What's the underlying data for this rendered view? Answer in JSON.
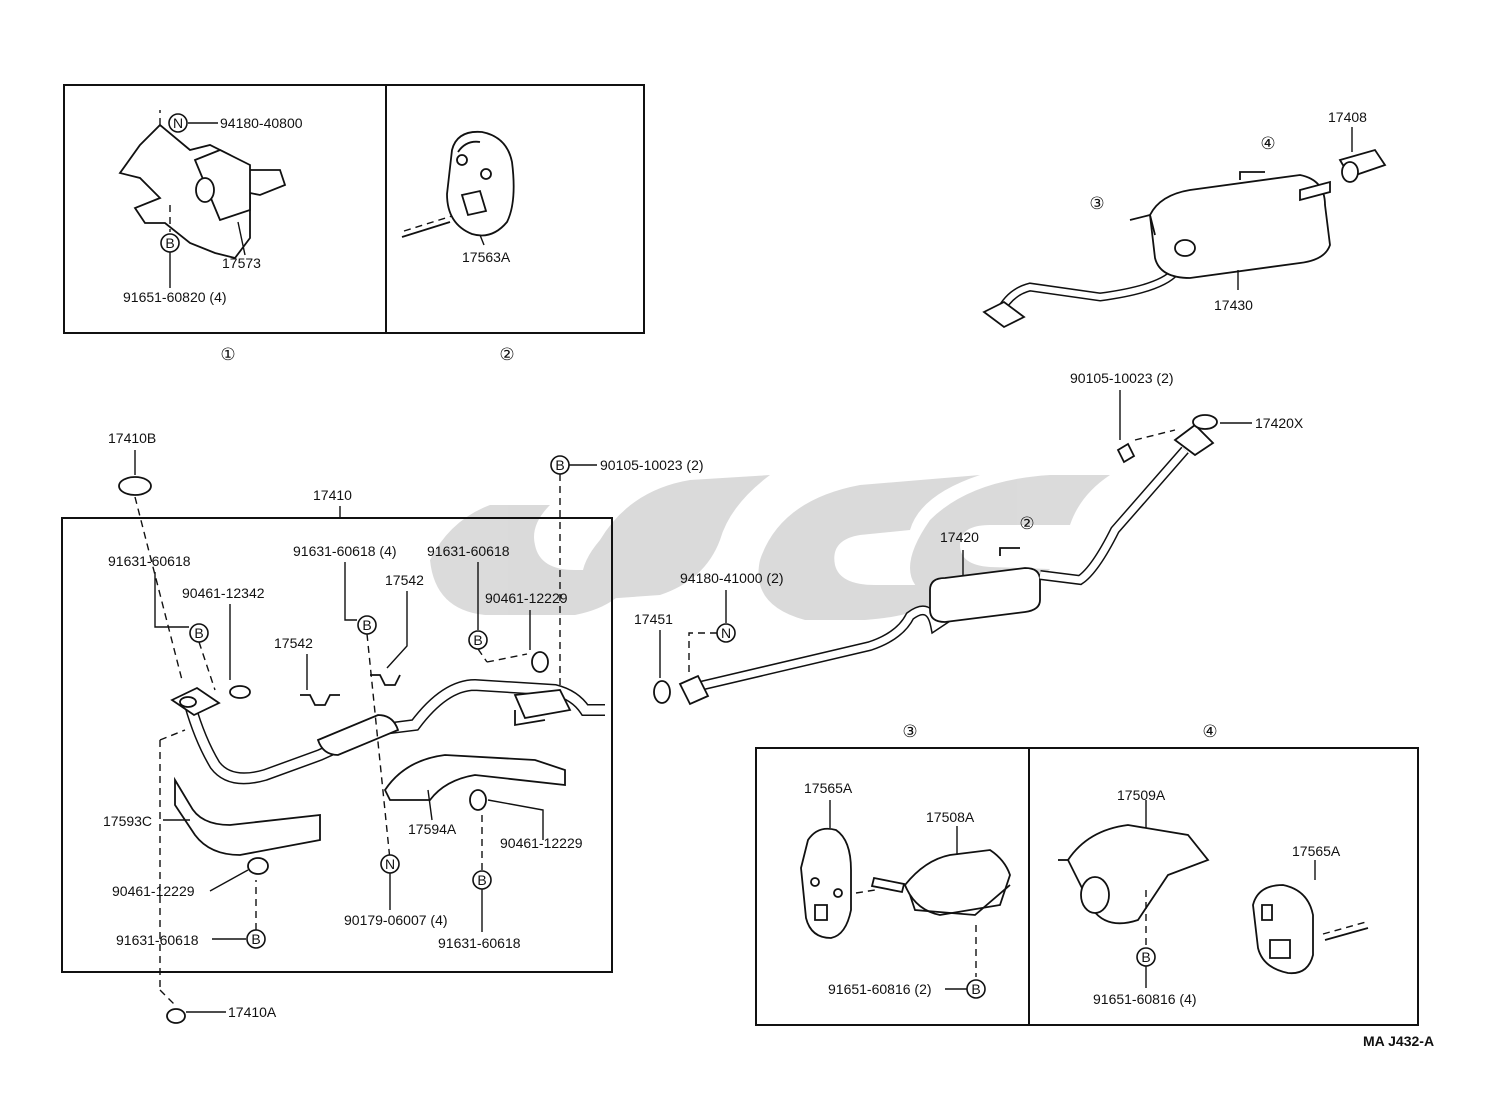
{
  "insets": {
    "i1": {
      "num": "①",
      "n_code": "94180-40800",
      "part": "17573",
      "b_code": "91651-60820 (4)",
      "n_sym": "N",
      "b_sym": "B"
    },
    "i2": {
      "num": "②",
      "part": "17563A"
    },
    "i3": {
      "num": "③",
      "hanger": "17565A",
      "bracket": "17508A",
      "b_code": "91651-60816 (2)",
      "b_sym": "B"
    },
    "i4": {
      "num": "④",
      "bracket": "17509A",
      "hanger": "17565A",
      "b_code": "91651-60816 (4)",
      "b_sym": "B"
    }
  },
  "main": {
    "top_gasket": "17410B",
    "front_pipe": "17410",
    "bolt_front": "91631-60618",
    "clamp_a": "90461-12342",
    "bolt_mid4": "91631-60618 (4)",
    "bracket_a": "17542",
    "bracket_b": "17542",
    "bolt_right": "91631-60618",
    "clamp_b": "90461-12229",
    "bolt_flange": "90105-10023 (2)",
    "heat_ins_c": "17593C",
    "heat_ins_a": "17594A",
    "clamp_c": "90461-12229",
    "clamp_d": "90461-12229",
    "bolt_bl": "91631-60618",
    "nut_code": "90179-06007 (4)",
    "bolt_bm": "91631-60618",
    "bottom_gasket": "17410A",
    "b_sym": "B",
    "n_sym": "N"
  },
  "center": {
    "gasket": "17451",
    "nut_code": "94180-41000 (2)",
    "n_sym": "N",
    "center_pipe": "17420",
    "ref2": "②",
    "bolt": "90105-10023 (2)",
    "gasket_x": "17420X"
  },
  "tail": {
    "tail_pipe": "17430",
    "tip": "17408",
    "ref3": "③",
    "ref4": "④"
  },
  "footer": {
    "code": "MA  J432-A"
  }
}
